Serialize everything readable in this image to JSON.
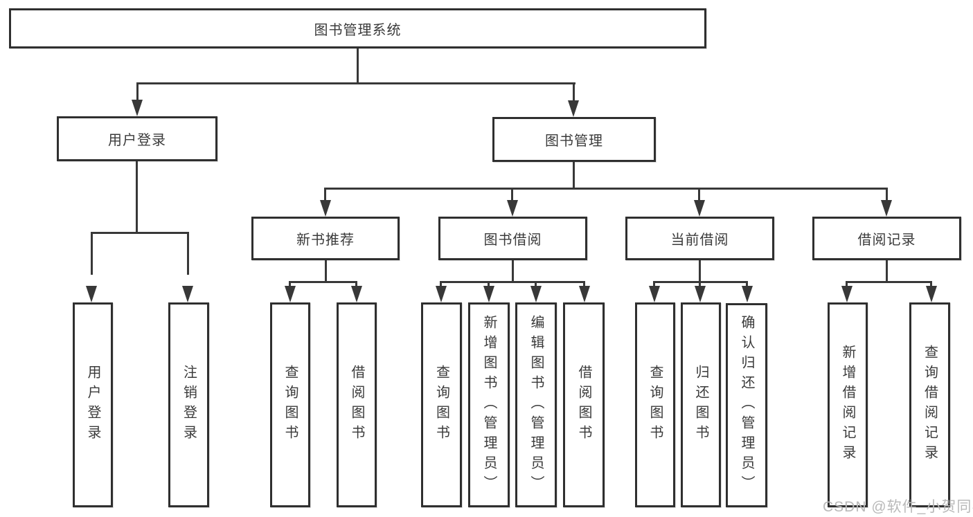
{
  "diagram": {
    "root": {
      "label": "图书管理系统"
    },
    "user_login": {
      "label": "用户登录",
      "children": [
        {
          "label": "用户登录"
        },
        {
          "label": "注销登录"
        }
      ]
    },
    "book_mgmt": {
      "label": "图书管理",
      "groups": [
        {
          "label": "新书推荐",
          "children": [
            {
              "label": "查询图书"
            },
            {
              "label": "借阅图书"
            }
          ]
        },
        {
          "label": "图书借阅",
          "children": [
            {
              "label": "查询图书"
            },
            {
              "label": "新增图书（管理员）"
            },
            {
              "label": "编辑图书（管理员）"
            },
            {
              "label": "借阅图书"
            }
          ]
        },
        {
          "label": "当前借阅",
          "children": [
            {
              "label": "查询图书"
            },
            {
              "label": "归还图书"
            },
            {
              "label": "确认归还（管理员）"
            }
          ]
        },
        {
          "label": "借阅记录",
          "children": [
            {
              "label": "新增借阅记录"
            },
            {
              "label": "查询借阅记录"
            }
          ]
        }
      ]
    },
    "colors": {
      "line": "#383838",
      "box_border": "#2f2f2f",
      "text": "#3a3a3a",
      "background": "#ffffff",
      "watermark": "#b9b9b9"
    }
  },
  "watermark": {
    "text": "CSDN @软件_小贺同学"
  }
}
